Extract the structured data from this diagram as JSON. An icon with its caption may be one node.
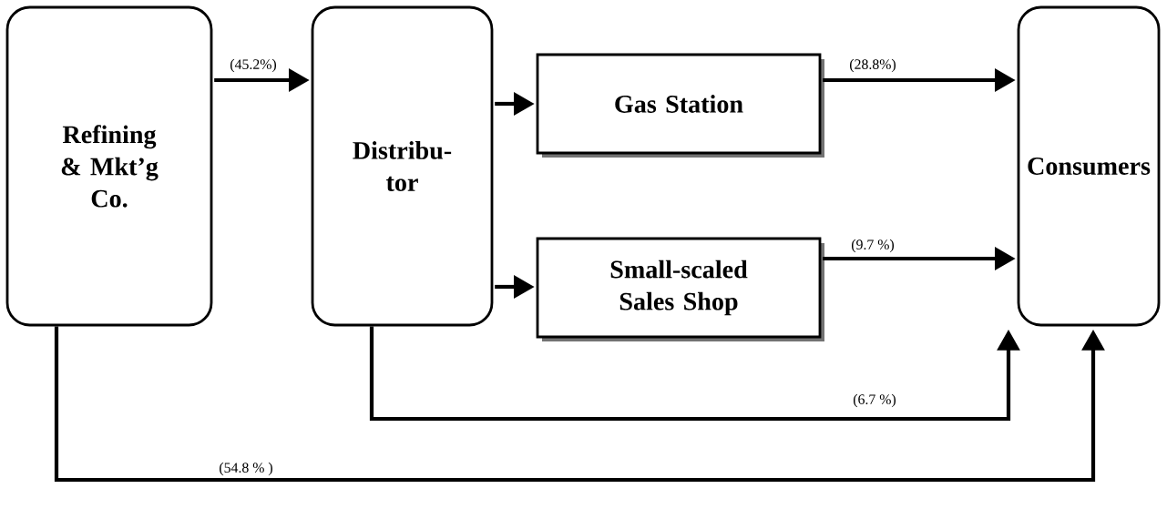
{
  "diagram": {
    "nodes": [
      {
        "text": [
          "Refining & Mkt’g Co."
        ]
      },
      {
        "text": [
          "Distribu- tor"
        ]
      },
      {
        "text": [
          "Gas Station"
        ]
      },
      {
        "text": [
          "Small-scaled Sales Shop"
        ]
      },
      {
        "text": [
          "Consumers"
        ]
      }
    ],
    "edges": [
      {
        "from": 0,
        "to": 1,
        "arrow": "to",
        "label": "(45.2%)"
      },
      {
        "from": 1,
        "to": 2,
        "arrow": "to"
      },
      {
        "from": 1,
        "to": 3,
        "arrow": "to"
      },
      {
        "from": 2,
        "to": 4,
        "arrow": "to",
        "label": "(28.8%)"
      },
      {
        "from": 3,
        "to": 4,
        "arrow": "to",
        "label": "(9.7 %)"
      },
      {
        "from": 1,
        "to": 4,
        "arrow": "to",
        "label": "(6.7 %)"
      },
      {
        "from": 0,
        "to": 4,
        "arrow": "to",
        "label": "(54.8 % )"
      }
    ]
  }
}
